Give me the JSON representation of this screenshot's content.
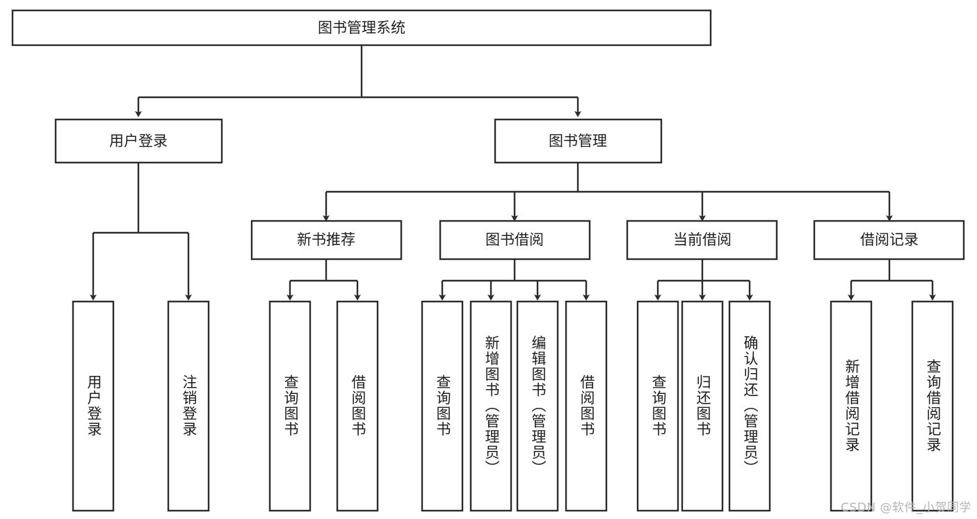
{
  "diagram": {
    "type": "tree-hierarchy",
    "title": "图书管理系统",
    "watermark": "CSDN @软件_小贺同学",
    "colors": {
      "background": "#ffffff",
      "box_fill": "#ffffff",
      "box_stroke": "#2b2b2b",
      "text": "#1d1d1d",
      "watermark": "#b4b4b4"
    },
    "levels": {
      "root": {
        "label": "图书管理系统"
      },
      "level1": [
        {
          "label": "用户登录"
        },
        {
          "label": "图书管理"
        }
      ],
      "level2": [
        {
          "label": "新书推荐"
        },
        {
          "label": "图书借阅"
        },
        {
          "label": "当前借阅"
        },
        {
          "label": "借阅记录"
        }
      ],
      "leaves": {
        "user_login": [
          {
            "label": "用户登录"
          },
          {
            "label": "注销登录"
          }
        ],
        "new_book_recommend": [
          {
            "label": "查询图书"
          },
          {
            "label": "借阅图书"
          }
        ],
        "book_borrow": [
          {
            "label": "查询图书"
          },
          {
            "label": "新增图书（管理员）"
          },
          {
            "label": "编辑图书（管理员）"
          },
          {
            "label": "借阅图书"
          }
        ],
        "current_borrow": [
          {
            "label": "查询图书"
          },
          {
            "label": "归还图书"
          },
          {
            "label": "确认归还（管理员）"
          }
        ],
        "borrow_record": [
          {
            "label": "新增借阅记录"
          },
          {
            "label": "查询借阅记录"
          }
        ]
      }
    }
  }
}
